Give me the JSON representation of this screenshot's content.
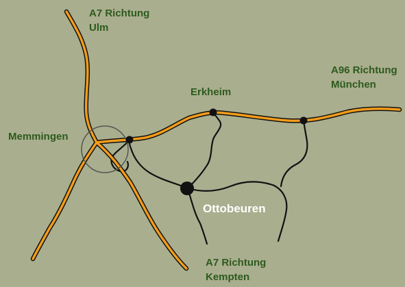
{
  "map": {
    "labels": {
      "a7_ulm_line1": "A7 Richtung",
      "a7_ulm_line2": "Ulm",
      "a96_muenchen_line1": "A96 Richtung",
      "a96_muenchen_line2": "München",
      "erkheim": "Erkheim",
      "memmingen": "Memmingen",
      "ottobeuren": "Ottobeuren",
      "a7_kempten_line1": "A7 Richtung",
      "a7_kempten_line2": "Kempten"
    },
    "colors": {
      "background": "#a9ae8e",
      "motorway_fill": "#f39c1a",
      "road_outline": "#111111",
      "label_text": "#2d5a1e",
      "highlight_label": "#ffffff",
      "city_circle": "#555555"
    }
  }
}
